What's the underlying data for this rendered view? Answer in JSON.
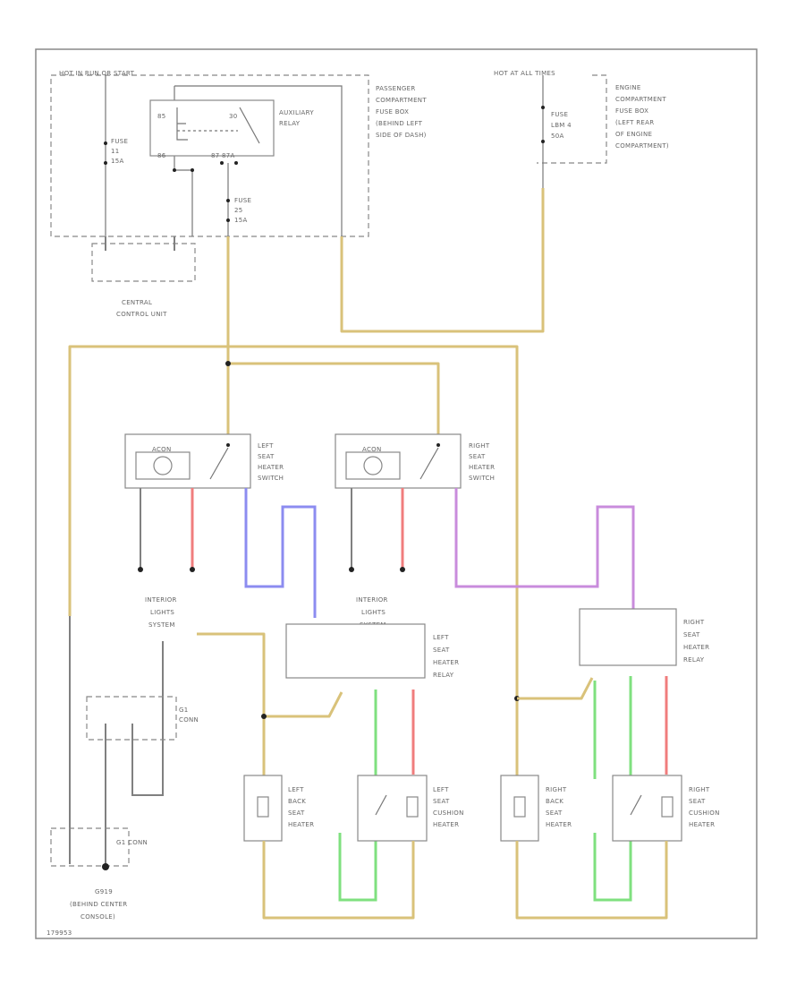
{
  "fuse_boxes": {
    "hot_in_run": "HOT IN RUN OR START",
    "hot_at_all_times": "HOT AT ALL TIMES",
    "passenger_fuse_box": [
      "PASSENGER",
      "COMPARTMENT",
      "FUSE BOX",
      "(BEHIND LEFT",
      "SIDE OF DASH)"
    ],
    "engine_fuse_box": [
      "ENGINE",
      "COMPARTMENT",
      "FUSE BOX",
      "(LEFT REAR",
      "OF ENGINE",
      "COMPARTMENT)"
    ],
    "fuse_a": [
      "FUSE",
      "11",
      "15A"
    ],
    "fuse_b": [
      "FUSE",
      "25",
      "15A"
    ],
    "fuse_c": [
      "FUSE",
      "LBM 4",
      "50A"
    ],
    "relay_label": [
      "AUXILIARY",
      "RELAY"
    ]
  },
  "components": {
    "central_control_unit": [
      "CENTRAL",
      "CONTROL UNIT"
    ],
    "left_switch": [
      "LEFT",
      "SEAT",
      "HEATER",
      "SWITCH"
    ],
    "right_switch": [
      "RIGHT",
      "SEAT",
      "HEATER",
      "SWITCH"
    ],
    "switch_icon": "ACON",
    "interior_lights_left": [
      "INTERIOR",
      "LIGHTS",
      "SYSTEM"
    ],
    "interior_lights_right": [
      "INTERIOR",
      "LIGHTS",
      "SYSTEM"
    ],
    "left_relay": [
      "LEFT",
      "SEAT",
      "HEATER",
      "RELAY"
    ],
    "right_relay": [
      "RIGHT",
      "SEAT",
      "HEATER",
      "RELAY"
    ],
    "left_back": [
      "LEFT",
      "BACK",
      "SEAT",
      "HEATER"
    ],
    "left_cushion": [
      "LEFT",
      "SEAT",
      "CUSHION",
      "HEATER"
    ],
    "right_back": [
      "RIGHT",
      "BACK",
      "SEAT",
      "HEATER"
    ],
    "right_cushion": [
      "RIGHT",
      "SEAT",
      "CUSHION",
      "HEATER"
    ],
    "ground_a": [
      "G1",
      "CONN"
    ],
    "ground_b": "G1 CONN",
    "ground_location": [
      "G919",
      "(BEHIND CENTER",
      "CONSOLE)"
    ],
    "page_id": "179953"
  },
  "colors": {
    "yellow": "#d9c27a",
    "green": "#7fe07f",
    "red": "#f07d7d",
    "blue": "#8c8cf0",
    "violet": "#c98cdc",
    "gray": "#808080"
  }
}
